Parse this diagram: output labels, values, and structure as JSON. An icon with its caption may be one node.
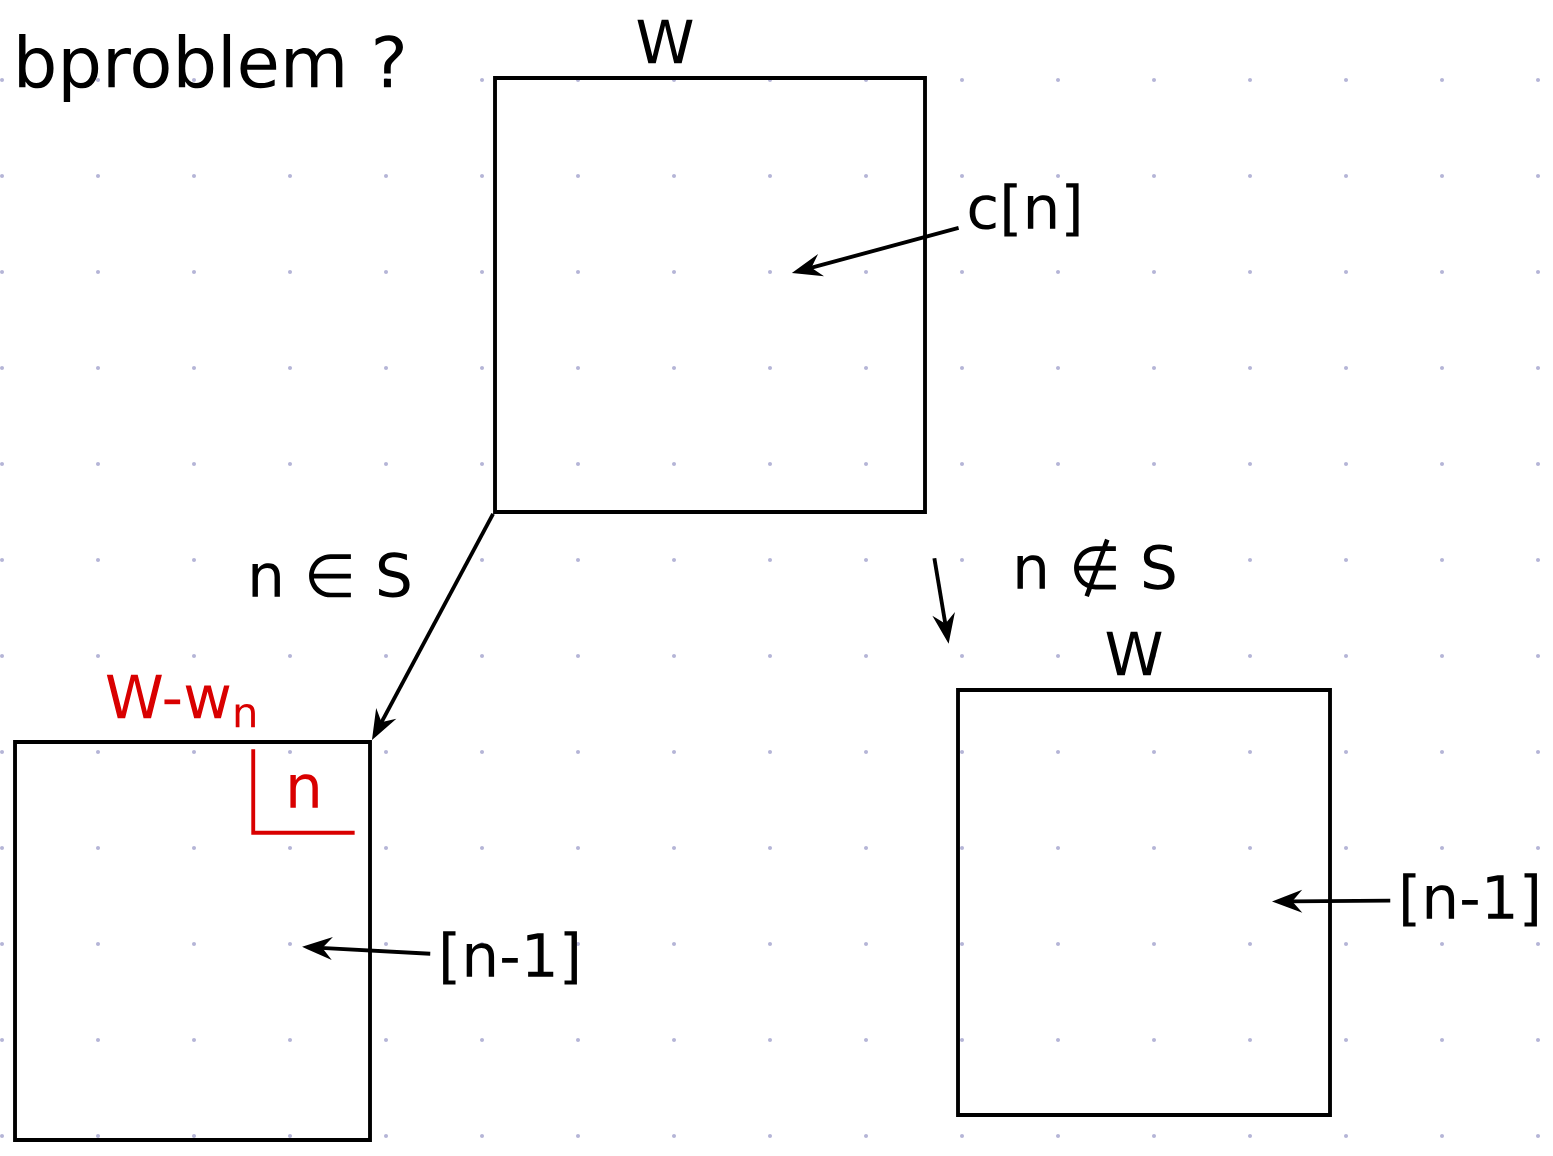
{
  "diagram": {
    "nodes": [
      {
        "text": [],
        "shape": "box",
        "beside": [
          "W"
        ]
      },
      {
        "text": [
          "c[n]"
        ]
      },
      {
        "text": [],
        "shape": "box",
        "beside": [
          "W-w$_{n}$"
        ]
      },
      {
        "text": [
          "n"
        ],
        "in": 2
      },
      {
        "text": [
          "[n-1]"
        ]
      },
      {
        "text": [],
        "shape": "box",
        "beside": [
          "W"
        ]
      },
      {
        "text": [
          "[n-1]"
        ]
      }
    ],
    "edges": [
      {
        "from": 1,
        "to": 0,
        "arrow": "to"
      },
      {
        "from": 0,
        "to": 2,
        "arrow": "to",
        "label": "n ∈ S"
      },
      {
        "from": 0,
        "to": 5,
        "arrow": "to",
        "label": "n ∉ S"
      },
      {
        "from": 4,
        "to": 2,
        "arrow": "to"
      },
      {
        "from": 6,
        "to": 5,
        "arrow": "to"
      }
    ],
    "labels": [
      "bproblem ?"
    ]
  }
}
